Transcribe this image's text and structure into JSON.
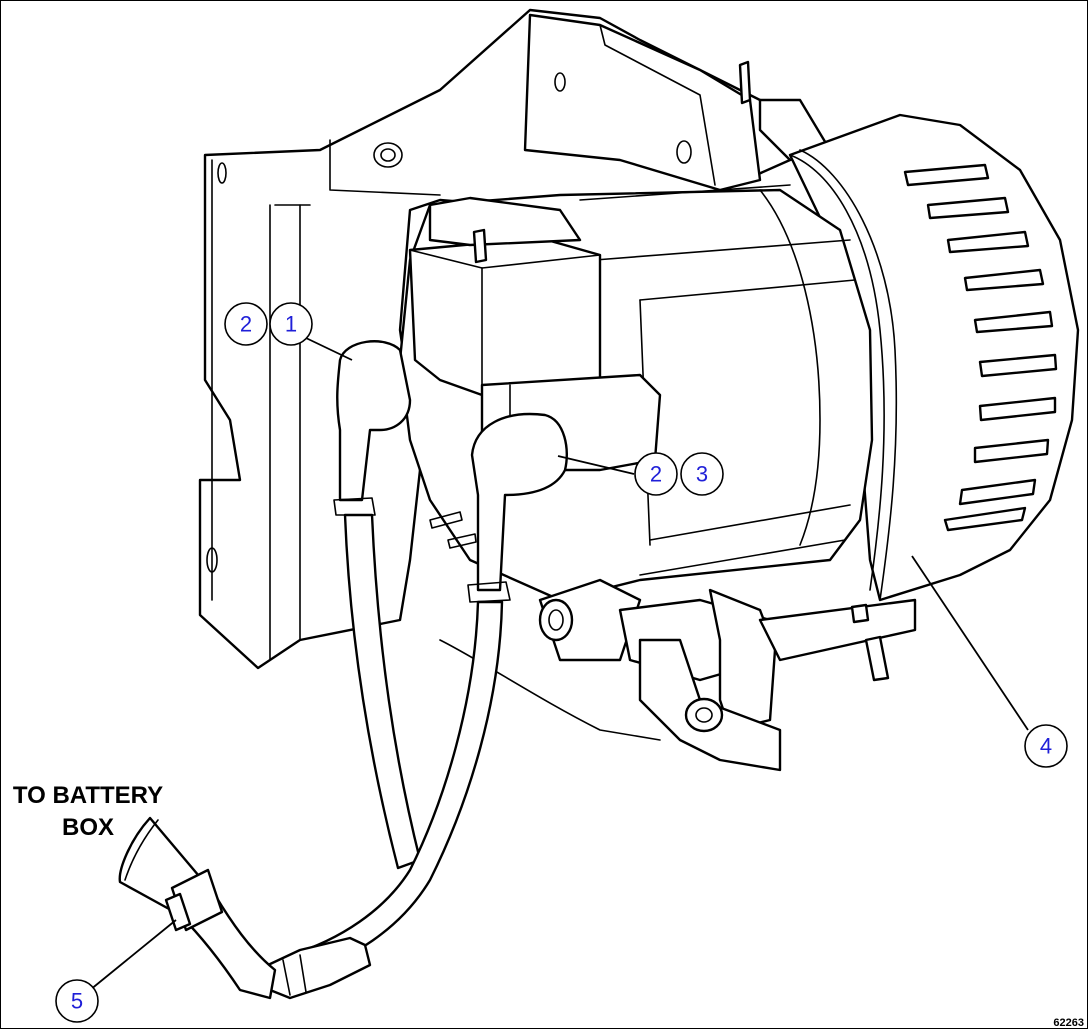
{
  "labels": {
    "battery_line1": "TO BATTERY",
    "battery_line2": "BOX"
  },
  "figure_id": "62263",
  "callouts": [
    {
      "id": "c2a",
      "num": "2"
    },
    {
      "id": "c1",
      "num": "1"
    },
    {
      "id": "c2b",
      "num": "2"
    },
    {
      "id": "c3",
      "num": "3"
    },
    {
      "id": "c4",
      "num": "4"
    },
    {
      "id": "c5",
      "num": "5"
    }
  ],
  "colors": {
    "callout_number": "#1f1fd8",
    "line": "#000000",
    "background": "#ffffff"
  }
}
